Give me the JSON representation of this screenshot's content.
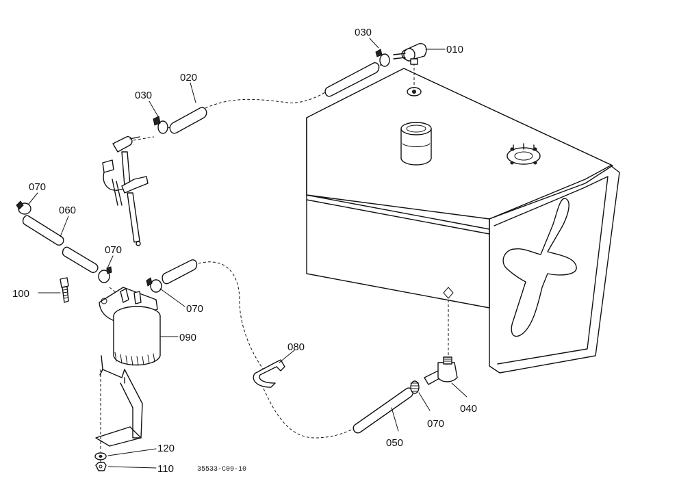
{
  "labels": {
    "p010": "010",
    "p020": "020",
    "p030_top": "030",
    "p030_left": "030",
    "p040": "040",
    "p050": "050",
    "p060": "060",
    "p070_left": "070",
    "p070_mid": "070",
    "p070_right": "070",
    "p070_bottom": "070",
    "p080": "080",
    "p090": "090",
    "p100": "100",
    "p110": "110",
    "p120": "120"
  },
  "drawing_number": "35533-C09-10"
}
